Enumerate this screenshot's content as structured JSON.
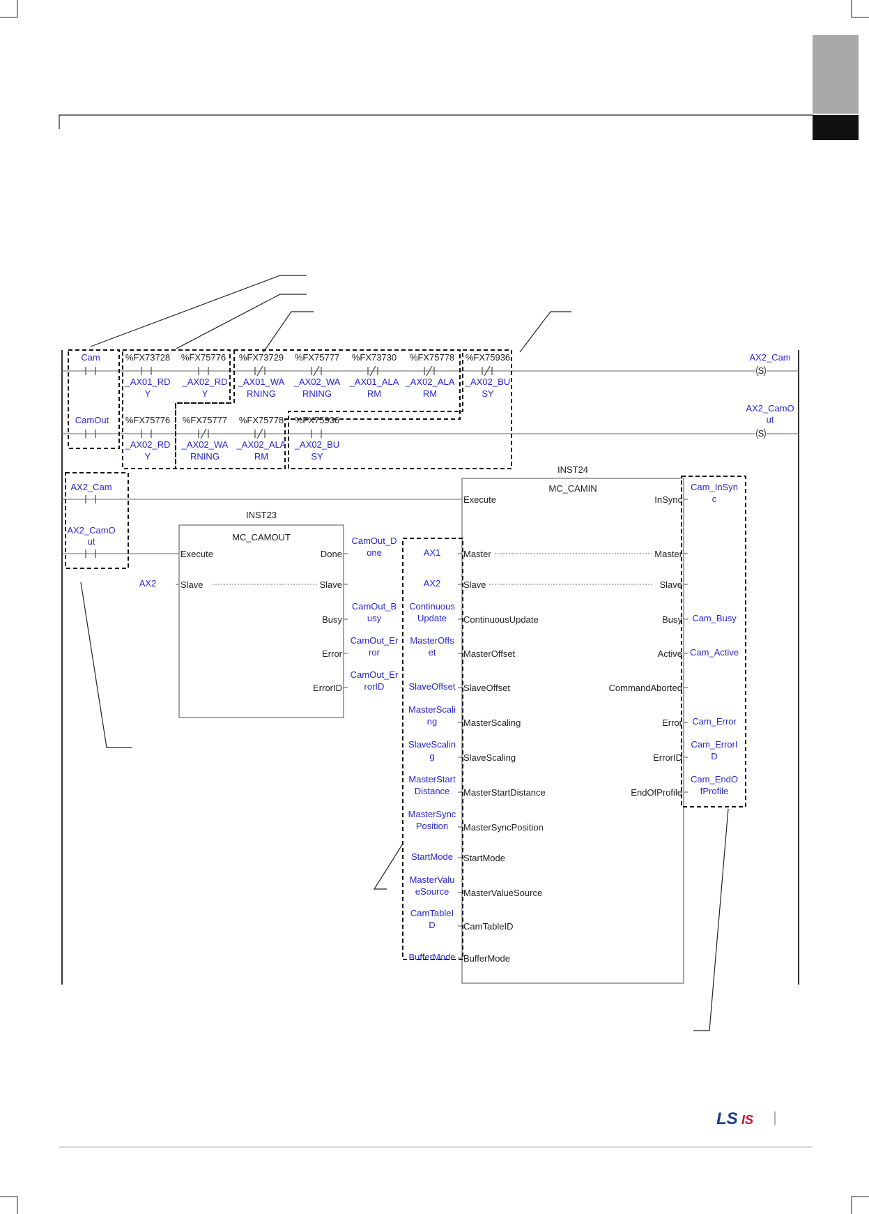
{
  "colors": {
    "variable_text": "#2626d6",
    "line": "#333333",
    "tab": "#a9a9a9",
    "tab_dark": "#111111",
    "logo_red": "#c8102e",
    "logo_blue": "#1e3a8a"
  },
  "logo": {
    "ls": "LS",
    "is": "IS"
  },
  "rung1": {
    "contacts": [
      {
        "addr": "",
        "var1": "Cam",
        "var2": ""
      },
      {
        "addr": "%FX73728",
        "var1": "_AX01_RD",
        "var2": "Y"
      },
      {
        "addr": "%FX75776",
        "var1": "_AX02_RD",
        "var2": "Y"
      },
      {
        "addr": "%FX73729",
        "var1": "_AX01_WA",
        "var2": "RNING"
      },
      {
        "addr": "%FX75777",
        "var1": "_AX02_WA",
        "var2": "RNING"
      },
      {
        "addr": "%FX73730",
        "var1": "_AX01_ALA",
        "var2": "RM"
      },
      {
        "addr": "%FX75778",
        "var1": "_AX02_ALA",
        "var2": "RM"
      },
      {
        "addr": "%FX75936",
        "var1": "_AX02_BU",
        "var2": "SY"
      }
    ],
    "coil": {
      "var1": "AX2_Cam",
      "var2": "",
      "symbol": "S"
    }
  },
  "rung2": {
    "contacts": [
      {
        "addr": "",
        "var1": "CamOut",
        "var2": ""
      },
      {
        "addr": "%FX75776",
        "var1": "_AX02_RD",
        "var2": "Y"
      },
      {
        "addr": "%FX75777",
        "var1": "_AX02_WA",
        "var2": "RNING"
      },
      {
        "addr": "%FX75778",
        "var1": "_AX02_ALA",
        "var2": "RM"
      },
      {
        "addr": "%FX75936",
        "var1": "_AX02_BU",
        "var2": "SY"
      }
    ],
    "coil": {
      "var1": "AX2_CamO",
      "var2": "ut",
      "symbol": "S"
    }
  },
  "rung3": {
    "contact1": {
      "var1": "AX2_Cam",
      "var2": ""
    },
    "contact2": {
      "var1": "AX2_CamO",
      "var2": "ut"
    }
  },
  "camout_block": {
    "instance": "INST23",
    "type": "MC_CAMOUT",
    "inputs": [
      "Execute",
      "Slave"
    ],
    "outputs": [
      "Done",
      "Slave",
      "Busy",
      "Error",
      "ErrorID"
    ],
    "slave_var": "AX2",
    "output_vars": [
      {
        "l1": "CamOut_D",
        "l2": "one"
      },
      {
        "l1": "",
        "l2": ""
      },
      {
        "l1": "CamOut_B",
        "l2": "usy"
      },
      {
        "l1": "CamOut_Er",
        "l2": "ror"
      },
      {
        "l1": "CamOut_Er",
        "l2": "rorID"
      }
    ]
  },
  "camin_block": {
    "instance": "INST24",
    "type": "MC_CAMIN",
    "inputs": [
      "Execute",
      "Master",
      "Slave",
      "ContinuousUpdate",
      "MasterOffset",
      "SlaveOffset",
      "MasterScaling",
      "SlaveScaling",
      "MasterStartDistance",
      "MasterSyncPosition",
      "StartMode",
      "MasterValueSource",
      "CamTableID",
      "BufferMode"
    ],
    "outputs": [
      "InSync",
      "Master",
      "Slave",
      "Busy",
      "Active",
      "CommandAborted",
      "Error",
      "ErrorID",
      "EndOfProfile"
    ],
    "input_vars": [
      {
        "l1": "AX1",
        "l2": ""
      },
      {
        "l1": "AX2",
        "l2": ""
      },
      {
        "l1": "Continuous",
        "l2": "Update"
      },
      {
        "l1": "MasterOffs",
        "l2": "et"
      },
      {
        "l1": "SlaveOffset",
        "l2": ""
      },
      {
        "l1": "MasterScali",
        "l2": "ng"
      },
      {
        "l1": "SlaveScalin",
        "l2": "g"
      },
      {
        "l1": "MasterStart",
        "l2": "Distance"
      },
      {
        "l1": "MasterSync",
        "l2": "Position"
      },
      {
        "l1": "StartMode",
        "l2": ""
      },
      {
        "l1": "MasterValu",
        "l2": "eSource"
      },
      {
        "l1": "CamTableI",
        "l2": "D"
      },
      {
        "l1": "BufferMode",
        "l2": ""
      }
    ],
    "output_vars": [
      {
        "l1": "Cam_InSyn",
        "l2": "c"
      },
      {
        "l1": "Cam_Busy",
        "l2": ""
      },
      {
        "l1": "Cam_Active",
        "l2": ""
      },
      {
        "l1": "Cam_Error",
        "l2": ""
      },
      {
        "l1": "Cam_ErrorI",
        "l2": "D"
      },
      {
        "l1": "Cam_EndO",
        "l2": "fProfile"
      }
    ]
  }
}
